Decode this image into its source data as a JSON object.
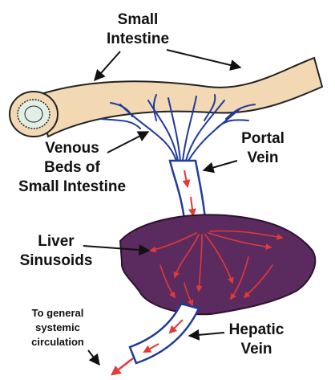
{
  "labels": {
    "small_intestine_line1": "Small",
    "small_intestine_line2": "Intestine",
    "venous_line1": "Venous",
    "venous_line2": "Beds of",
    "venous_line3": "Small Intestine",
    "portal_line1": "Portal",
    "portal_line2": "Vein",
    "liver_line1": "Liver",
    "liver_line2": "Sinusoids",
    "general_line1": "To general",
    "general_line2": "systemic",
    "general_line3": "circulation",
    "hepatic_line1": "Hepatic",
    "hepatic_line2": "Vein"
  },
  "colors": {
    "intestine": "#f2d9b3",
    "intestine_lumen": "#e2efe6",
    "liver": "#5b2a5e",
    "vein_outline": "#1f3a9e",
    "blood_flow": "#e03a3a",
    "label_text": "#111111"
  }
}
